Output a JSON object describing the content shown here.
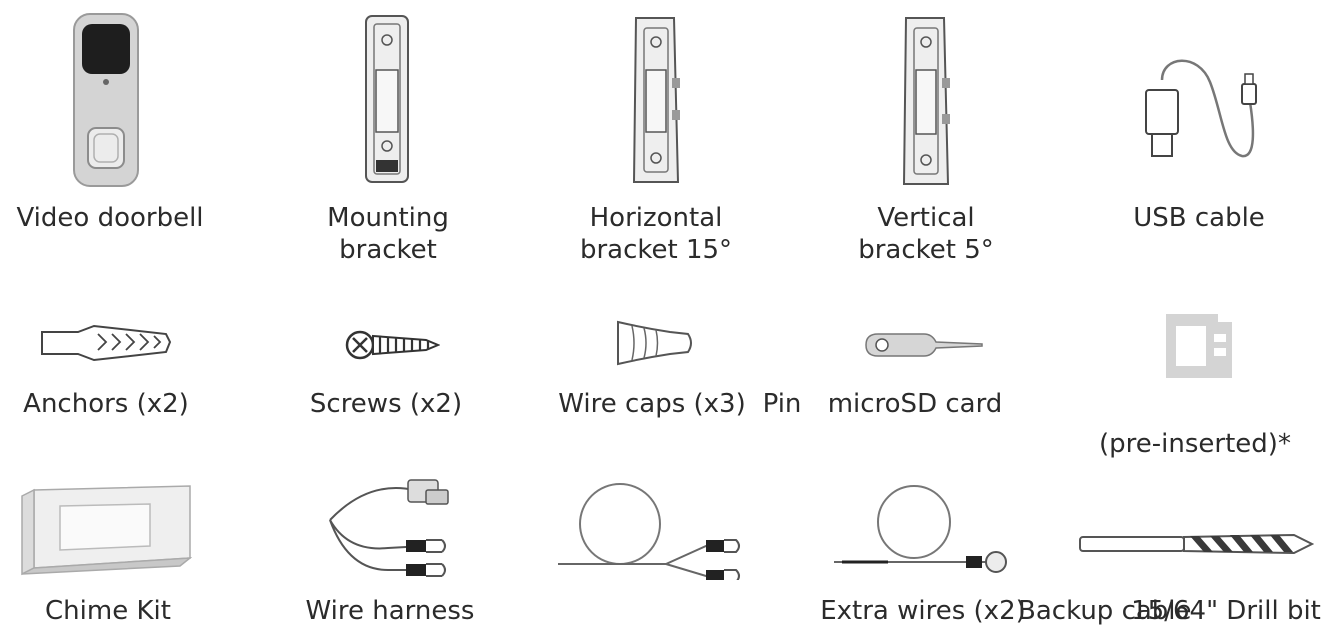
{
  "items": {
    "video_doorbell": "Video doorbell",
    "mounting_bracket": "Mounting\nbracket",
    "horizontal_bracket": "Horizontal\nbracket 15°",
    "vertical_bracket": "Vertical\nbracket 5°",
    "usb_cable": "USB cable",
    "anchors": "Anchors (x2)",
    "screws": "Screws (x2)",
    "wire_caps": "Wire caps (x3)",
    "pin": "Pin",
    "microsd_card": "microSD card",
    "pre_inserted": "(pre-inserted)*",
    "chime_kit": "Chime Kit",
    "wire_harness": "Wire harness",
    "extra_wires": "Extra wires (x2)",
    "backup_cable": "Backup cable",
    "drill_bit": "15/64\" Drill bit"
  },
  "icons": [
    "video-doorbell-icon",
    "mounting-bracket-icon",
    "horizontal-bracket-icon",
    "vertical-bracket-icon",
    "usb-cable-icon",
    "anchor-icon",
    "screw-icon",
    "wire-cap-icon",
    "pin-icon",
    "microsd-card-icon",
    "chime-kit-icon",
    "wire-harness-icon",
    "backup-cable-icon",
    "extra-wire-icon",
    "drill-bit-icon"
  ],
  "colors": {
    "text": "#2b2b2b",
    "line": "#555555",
    "fill_light": "#e6e6e6"
  }
}
